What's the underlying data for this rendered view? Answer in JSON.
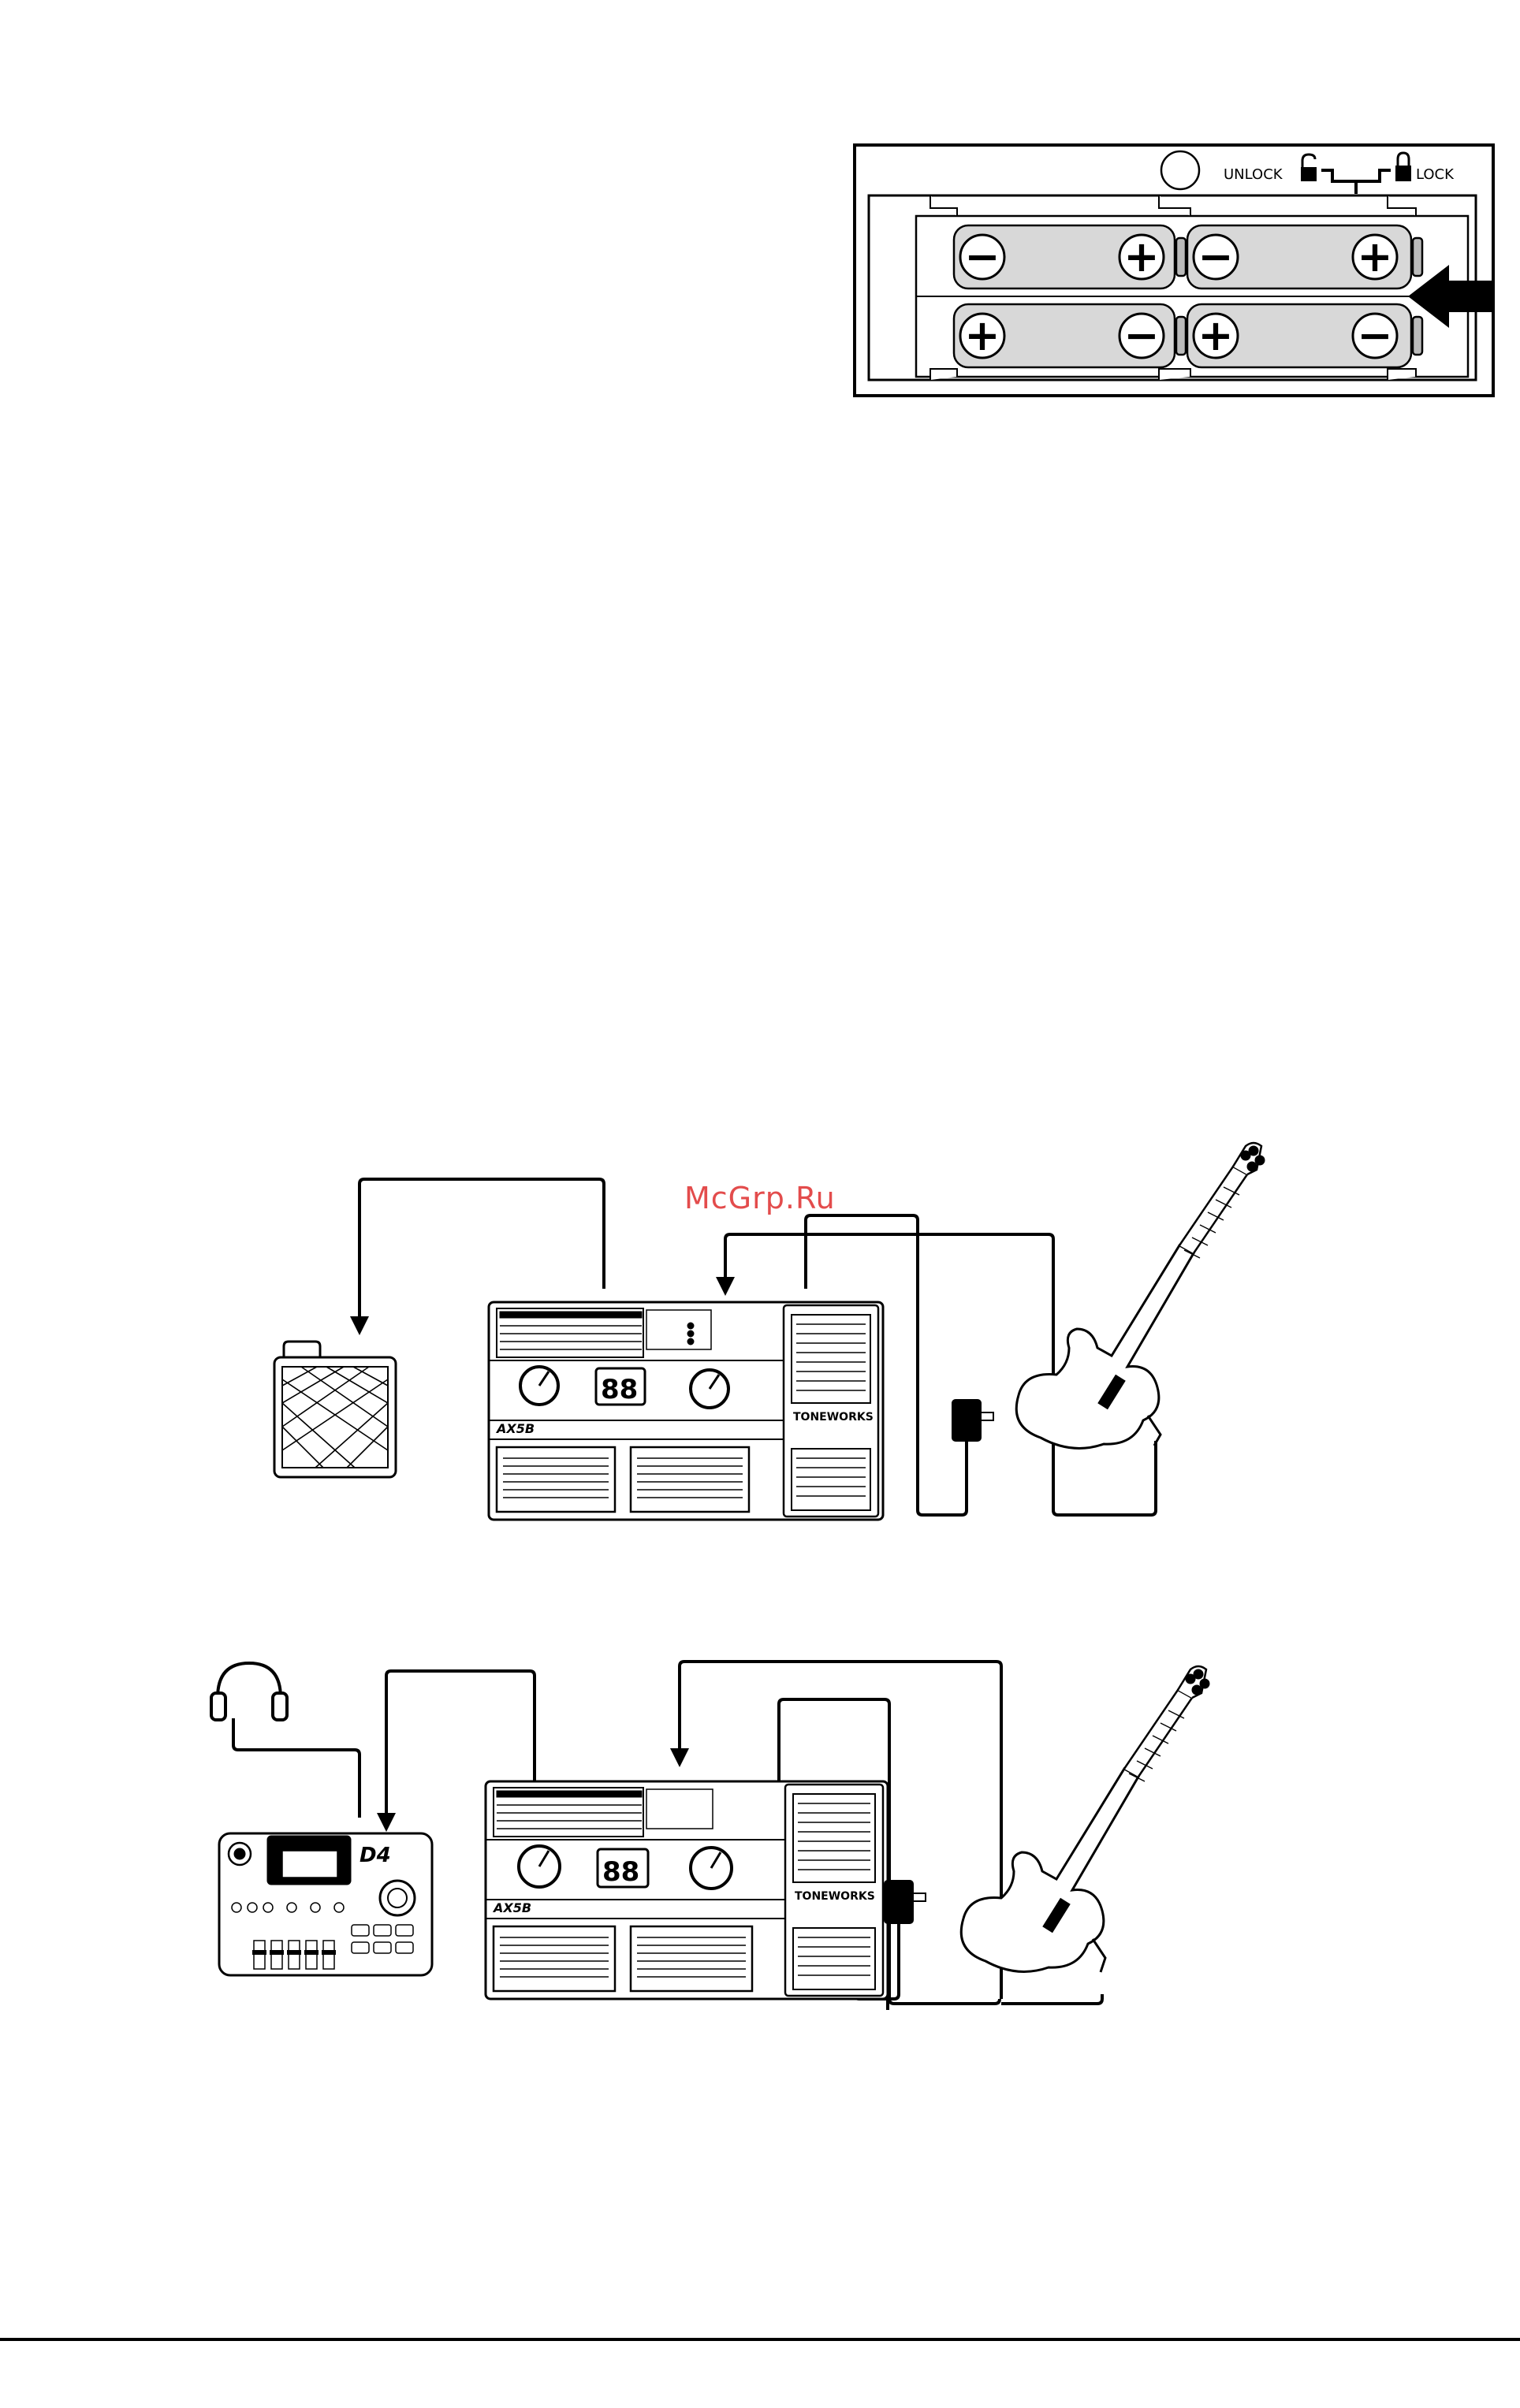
{
  "watermark": "McGrp.Ru",
  "battery_figure": {
    "unlock_label": "UNLOCK",
    "lock_label": "LOCK",
    "cell_signs": {
      "top_left": [
        "−",
        "+"
      ],
      "top_right": [
        "−",
        "+"
      ],
      "bottom_left": [
        "+",
        "−"
      ],
      "bottom_right": [
        "+",
        "−"
      ]
    }
  },
  "diagram1": {
    "unit_model": "AX5B",
    "unit_brand": "TONEWORKS"
  },
  "diagram2": {
    "unit_model": "AX5B",
    "unit_brand": "TONEWORKS",
    "recorder_model": "D4"
  }
}
